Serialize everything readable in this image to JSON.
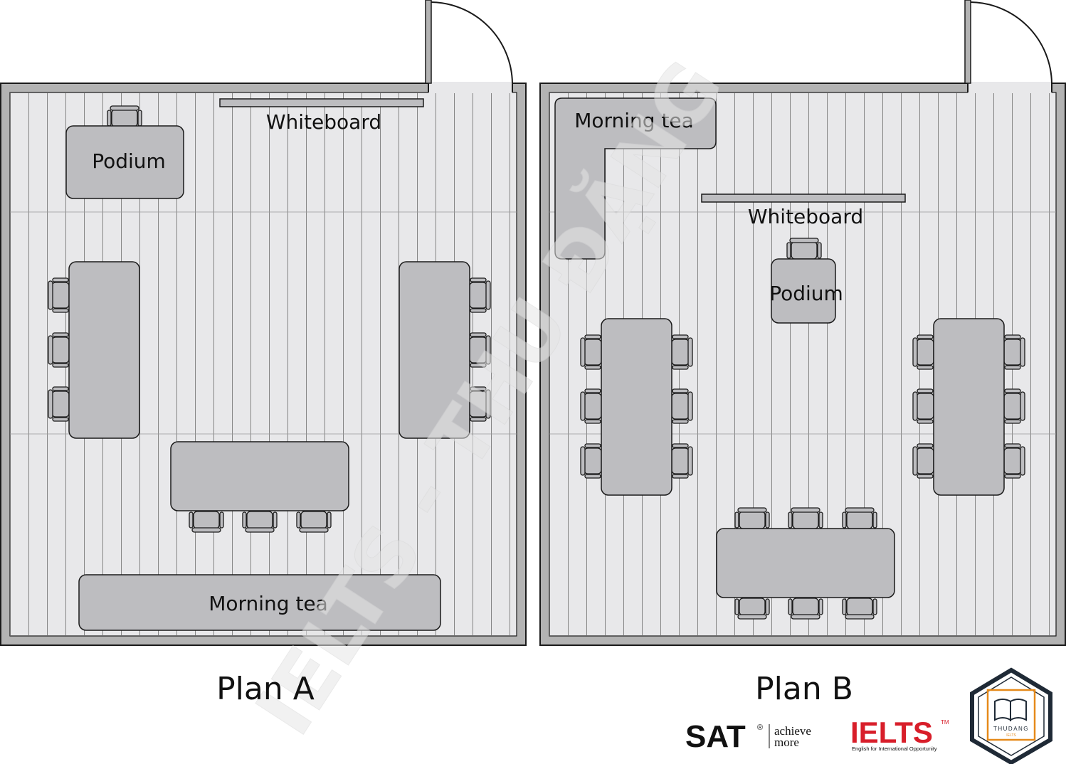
{
  "plan_a": {
    "title": "Plan A",
    "labels": {
      "whiteboard": "Whiteboard",
      "podium": "Podium",
      "morning_tea": "Morning tea"
    }
  },
  "plan_b": {
    "title": "Plan B",
    "labels": {
      "whiteboard": "Whiteboard",
      "podium": "Podium",
      "morning_tea": "Morning tea"
    }
  },
  "watermark": "IELTS - THU ĐẶNG",
  "logos": {
    "sat": {
      "text": "SAT",
      "mark": "®",
      "tagline_1": "achieve",
      "tagline_2": "more"
    },
    "ielts": {
      "text": "IELTS",
      "mark": "TM",
      "tagline": "English for International Opportunity"
    },
    "thudang": {
      "text": "THUDANG",
      "sub": "IELTS",
      "icon": "open-book-icon"
    }
  },
  "colors": {
    "wall": "#b3b3b3",
    "floor": "#e8e8ea",
    "furniture": "#bdbdc0",
    "stroke": "#1a1a1a",
    "ielts_red": "#d81e2a",
    "thudang_orange": "#e68a1a"
  }
}
